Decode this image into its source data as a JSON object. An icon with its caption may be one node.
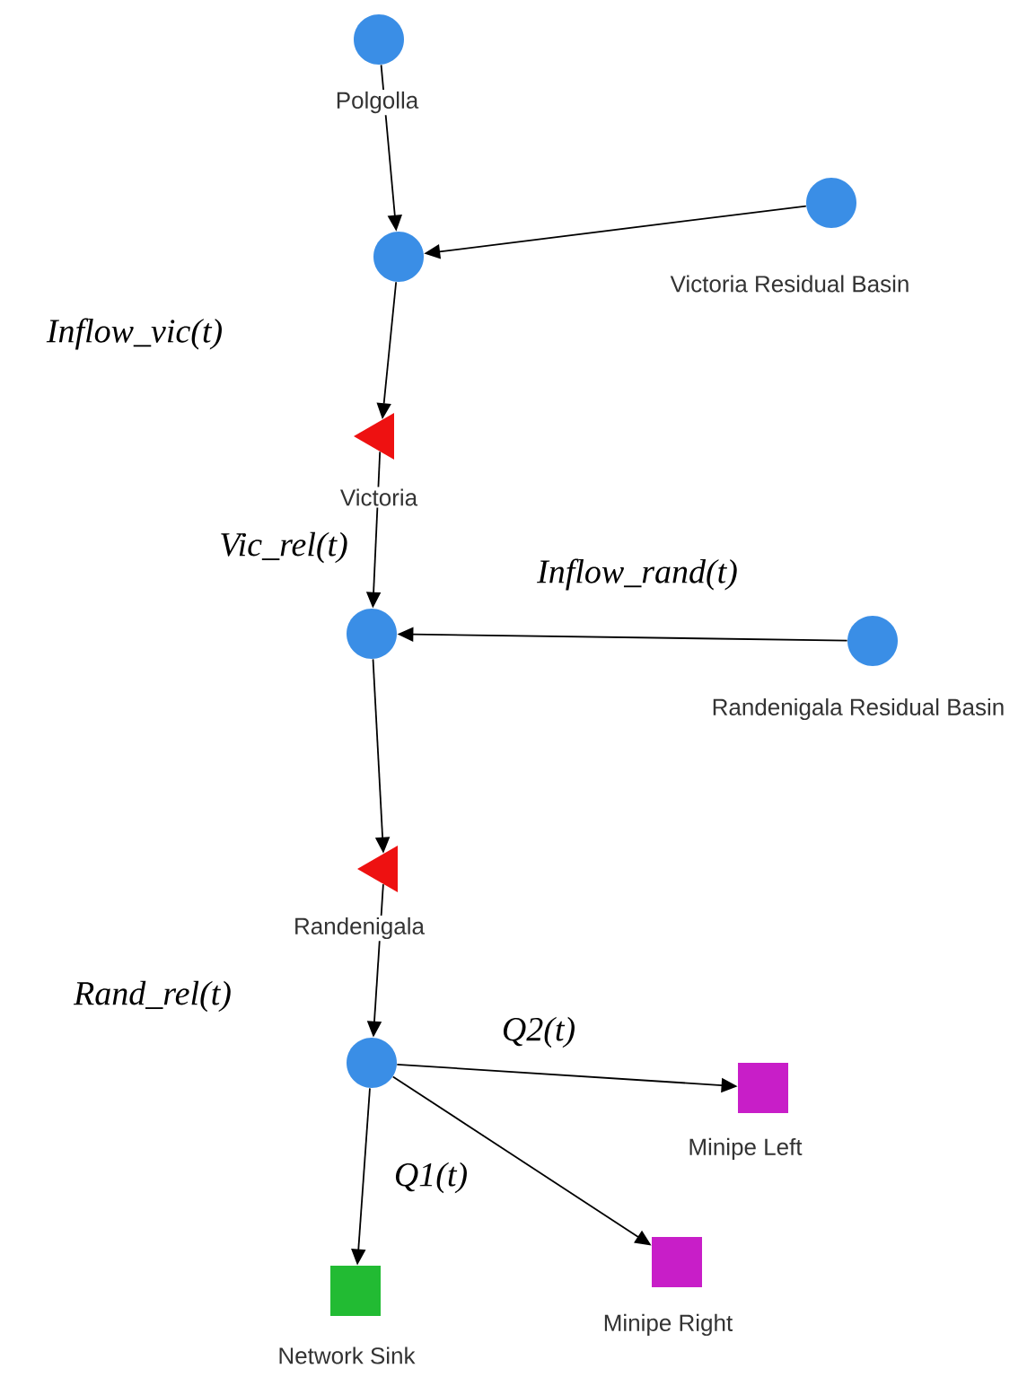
{
  "diagram": {
    "nodes": [
      {
        "text": [
          "Polgolla"
        ]
      },
      {
        "text": [],
        "shape": "circle"
      },
      {
        "text": [
          "Victoria Residual Basin"
        ]
      },
      {
        "text": [
          "Victoria"
        ]
      },
      {
        "text": [],
        "shape": "circle"
      },
      {
        "text": [
          "Randenigala Residual Basin"
        ]
      },
      {
        "text": [
          "Randenigala"
        ]
      },
      {
        "text": [],
        "shape": "circle"
      },
      {
        "text": [
          "Minipe Left"
        ]
      },
      {
        "text": [
          "Minipe Right"
        ]
      },
      {
        "text": [
          "Network Sink"
        ]
      }
    ],
    "edges": [
      {
        "from": 0,
        "to": 1,
        "arrow": "to"
      },
      {
        "from": 2,
        "to": 1,
        "arrow": "to"
      },
      {
        "from": 1,
        "to": 3,
        "arrow": "to",
        "label": "Inflow_vic(t)"
      },
      {
        "from": 3,
        "to": 4,
        "arrow": "to",
        "label": "Vic_rel(t)"
      },
      {
        "from": 5,
        "to": 4,
        "arrow": "to",
        "label": "Inflow_rand(t)"
      },
      {
        "from": 4,
        "to": 6,
        "arrow": "to"
      },
      {
        "from": 6,
        "to": 7,
        "arrow": "to",
        "label": "Rand_rel(t)"
      },
      {
        "from": 7,
        "to": 8,
        "arrow": "to",
        "label": "Q2(t)"
      },
      {
        "from": 7,
        "to": 9,
        "arrow": "to"
      },
      {
        "from": 7,
        "to": 10,
        "arrow": "to",
        "label": "Q1(t)"
      }
    ]
  }
}
